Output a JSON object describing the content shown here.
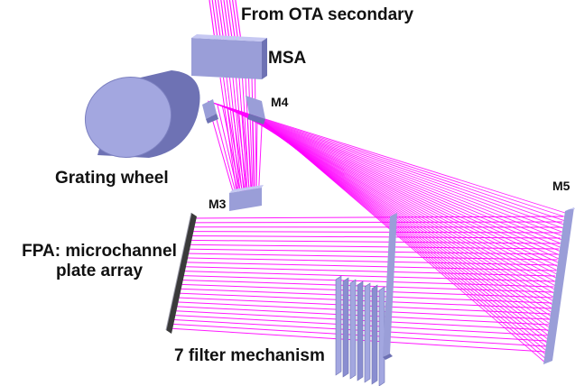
{
  "labels": {
    "ota": "From OTA secondary",
    "msa": "MSA",
    "m4": "M4",
    "grating": "Grating wheel",
    "m3": "M3",
    "m5": "M5",
    "fpa_line1": "FPA: microchannel",
    "fpa_line2": "plate array",
    "filter": "7 filter mechanism"
  },
  "colors": {
    "ray": "#ff00ff",
    "component": "#9a9ed8",
    "component_dark": "#6e72b4",
    "component_light": "#c6c8f2",
    "detector": "#3a3a3a",
    "text": "#111111"
  }
}
